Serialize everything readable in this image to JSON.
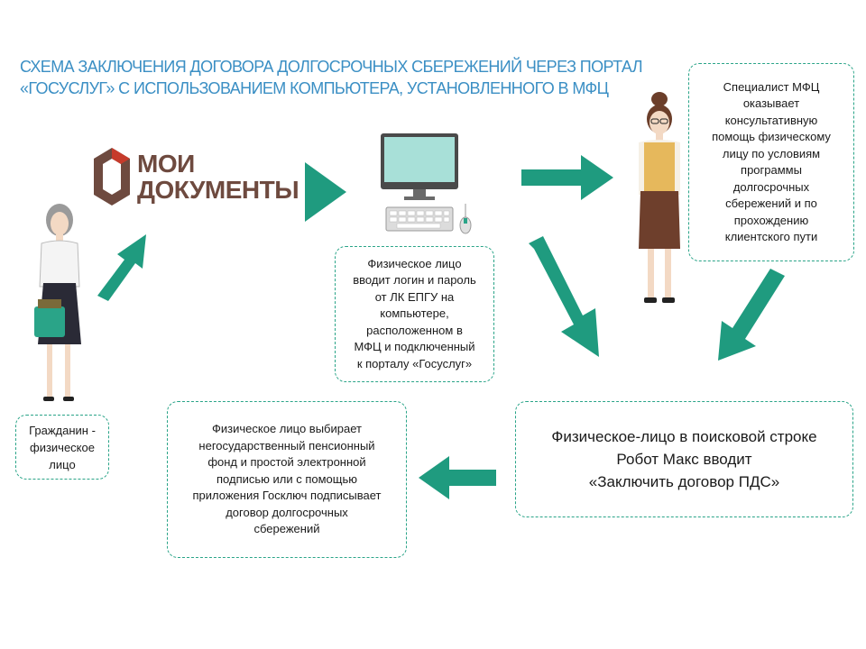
{
  "title": {
    "line1": "СХЕМА ЗАКЛЮЧЕНИЯ ДОГОВОРА ДОЛГОСРОЧНЫХ СБЕРЕЖЕНИЙ ЧЕРЕЗ ПОРТАЛ",
    "line2": "«ГОСУСЛУГ» С ИСПОЛЬЗОВАНИЕМ КОМПЬЮТЕРА, УСТАНОВЛЕННОГО В МФЦ"
  },
  "logo": {
    "line1": "МОИ",
    "line2": "ДОКУМЕНТЫ"
  },
  "boxes": {
    "citizen": [
      "Гражданин -",
      "физическое",
      "лицо"
    ],
    "login": [
      "Физическое лицо",
      "вводит логин и пароль",
      "от ЛК ЕПГУ на",
      "компьютере,",
      "расположенном в",
      "МФЦ и подключенный",
      "к порталу «Госуслуг»"
    ],
    "specialist": [
      "Специалист МФЦ",
      "оказывает",
      "консультативную",
      "помощь физическому",
      "лицу по условиям",
      "программы",
      "долгосрочных",
      "сбережений и по",
      "прохождению",
      "клиентского пути"
    ],
    "robot": [
      "Физическое-лицо в поисковой строке",
      "Робот Макс вводит",
      "«Заключить договор ПДС»"
    ],
    "choose": [
      "Физическое лицо выбирает",
      "негосударственный пенсионный",
      "фонд и простой электронной",
      "подписью или с помощью",
      "приложения Госключ подписывает",
      "договор долгосрочных",
      "сбережений"
    ]
  },
  "colors": {
    "accent": "#1f9b7f",
    "title": "#3b8fc4",
    "logo_brown": "#6e4a3f",
    "logo_red": "#c63b2b"
  }
}
